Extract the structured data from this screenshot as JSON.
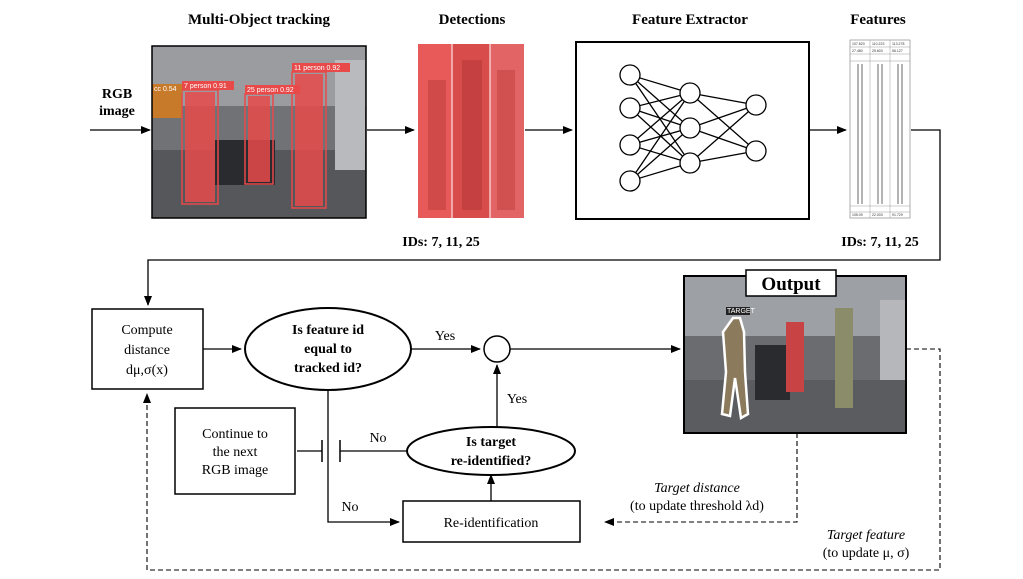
{
  "titles": {
    "tracking": "Multi-Object tracking",
    "detections": "Detections",
    "extractor": "Feature Extractor",
    "features": "Features"
  },
  "input": {
    "line1": "RGB",
    "line2": "image"
  },
  "ids_detections": "IDs: 7, 11, 25",
  "ids_features": "IDs: 7, 11, 25",
  "tracking_labels": [
    "cc 0.54",
    "7 person 0.91",
    "25 person 0.92",
    "11 person 0.92"
  ],
  "feature_table": {
    "header": [
      "107.820",
      "110.223",
      "113.278"
    ],
    "row2": [
      "27.480",
      "25.603",
      "56.127"
    ],
    "footer": [
      "105.09",
      "22.003",
      "91.729"
    ]
  },
  "compute": {
    "line1": "Compute",
    "line2": "distance",
    "line3": "dμ,σ(x)"
  },
  "decision1": {
    "line1": "Is feature id",
    "line2": "equal to",
    "line3": "tracked id?"
  },
  "decision2": {
    "line1": "Is target",
    "line2": "re-identified?"
  },
  "yes1": "Yes",
  "yes2": "Yes",
  "no1": "No",
  "no2": "No",
  "continue": {
    "line1": "Continue to",
    "line2": "the next",
    "line3": "RGB image"
  },
  "reid": "Re-identification",
  "output": {
    "title": "Output",
    "target_tag": "TARGET"
  },
  "target_distance": {
    "line1": "Target distance",
    "line2": "(to update threshold λd)"
  },
  "target_feature": {
    "line1": "Target feature",
    "line2": "(to update μ, σ)"
  },
  "colors": {
    "detection_overlay": "#e84a4a",
    "scene_bg": "#6a6c70",
    "target_outline": "#ffffff"
  }
}
